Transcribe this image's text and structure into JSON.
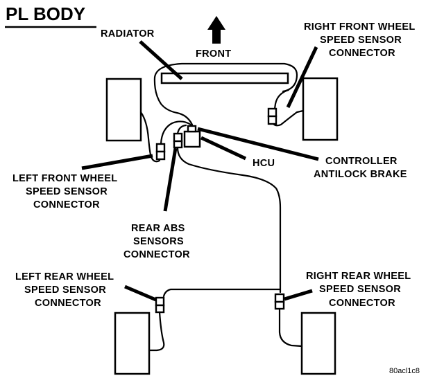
{
  "title": "PL BODY",
  "direction": {
    "label": "FRONT",
    "icon": "up-arrow-icon"
  },
  "labels": {
    "radiator": "RADIATOR",
    "right_front": [
      "RIGHT FRONT WHEEL",
      "SPEED SENSOR",
      "CONNECTOR"
    ],
    "left_front": [
      "LEFT FRONT WHEEL",
      "SPEED SENSOR",
      "CONNECTOR"
    ],
    "hcu": "HCU",
    "controller": [
      "CONTROLLER",
      "ANTILOCK BRAKE"
    ],
    "rear_abs": [
      "REAR ABS",
      "SENSORS",
      "CONNECTOR"
    ],
    "left_rear": [
      "LEFT REAR WHEEL",
      "SPEED SENSOR",
      "CONNECTOR"
    ],
    "right_rear": [
      "RIGHT REAR WHEEL",
      "SPEED SENSOR",
      "CONNECTOR"
    ]
  },
  "figure_code": "80acl1c8",
  "colors": {
    "ink": "#000000",
    "paper": "#ffffff"
  }
}
